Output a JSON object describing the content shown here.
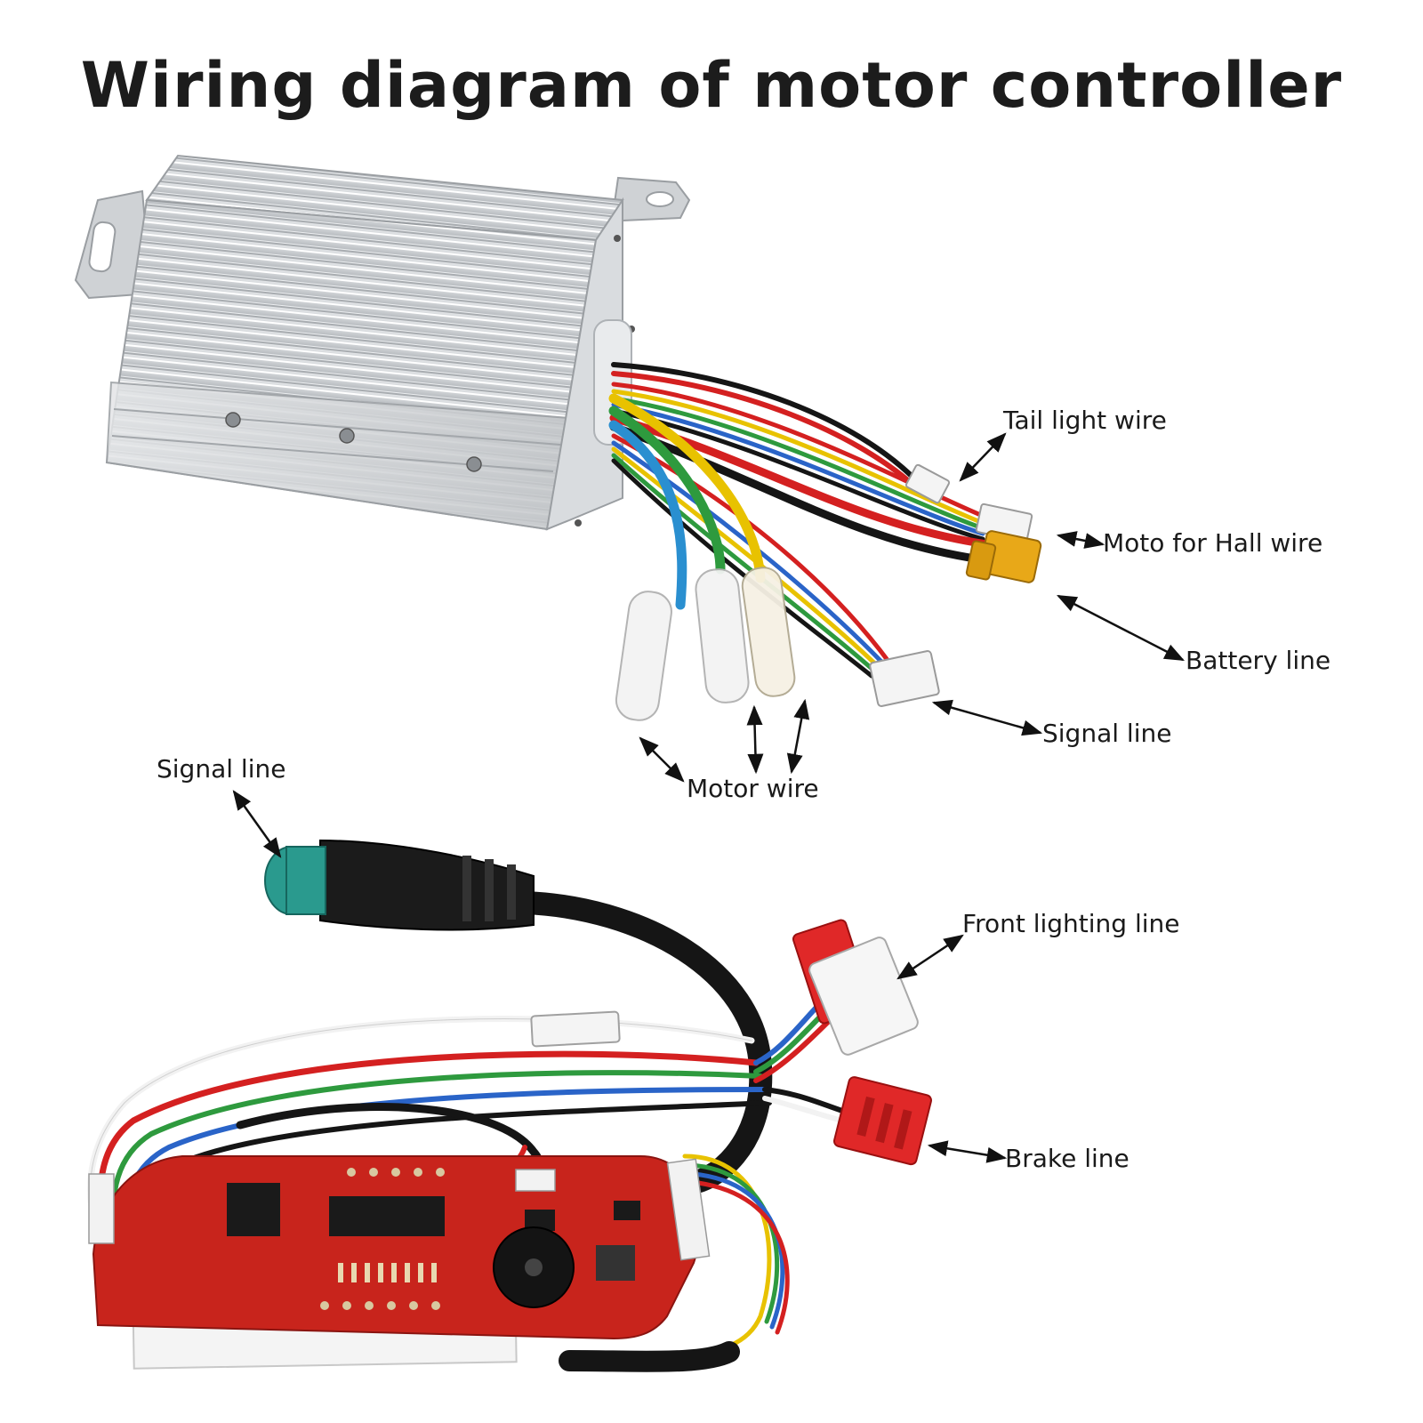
{
  "title": "Wiring diagram of motor controller",
  "labels": {
    "tail_light_wire": "Tail light wire",
    "moto_hall_wire": "Moto for Hall wire",
    "battery_line": "Battery line",
    "signal_line_controller": "Signal line",
    "motor_wire": "Motor wire",
    "signal_line_display": "Signal line",
    "front_lighting_line": "Front lighting line",
    "brake_line": "Brake line"
  },
  "colors": {
    "aluminum": "#d4d6d8",
    "pcb_red": "#c8241c",
    "wire_black": "#151515",
    "wire_red": "#d42020",
    "wire_yellow": "#e8c200",
    "wire_green": "#2e9a3e",
    "wire_blue": "#2a64c8",
    "wire_white": "#f2f2f2",
    "connector_teal": "#2a9a8e",
    "connector_red": "#e02828"
  },
  "icons": [
    "controller-box",
    "wire-harness",
    "xt60-connector",
    "bullet-connector",
    "display-pcb",
    "buzzer",
    "round-signal-connector"
  ]
}
